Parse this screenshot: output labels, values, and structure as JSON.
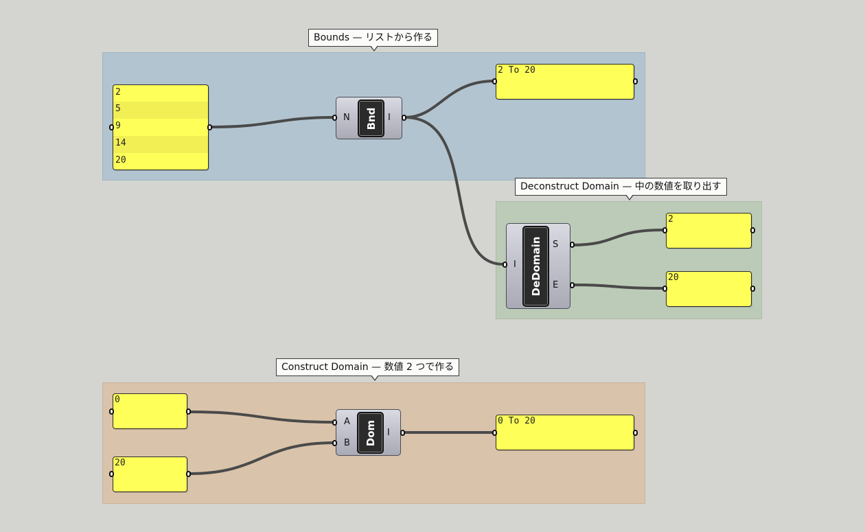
{
  "groups": {
    "bounds_title": "Bounds — リストから作る",
    "deconstruct_title": "Deconstruct Domain — 中の数値を取り出す",
    "construct_title": "Construct Domain — 数値 2 つで作る"
  },
  "panels": {
    "list_values": [
      "2",
      "5",
      "9",
      "14",
      "20"
    ],
    "bounds_out": "2 To 20",
    "start_out": "2",
    "end_out": "20",
    "input_a": "0",
    "input_b": "20",
    "domain_out": "0 To 20"
  },
  "components": {
    "bnd": {
      "label": "Bnd",
      "input": "N",
      "output": "I"
    },
    "dedomain": {
      "label": "DeDomain",
      "input": "I",
      "output_s": "S",
      "output_e": "E"
    },
    "dom": {
      "label": "Dom",
      "input_a": "A",
      "input_b": "B",
      "output": "I"
    }
  },
  "colors": {
    "canvas": "#d4d5d0",
    "group_bounds": "#b2c4cf",
    "group_deconstruct": "#bccbb8",
    "group_construct": "#d9c3aa",
    "panel": "#ffff5a",
    "wire": "#4a4a4a"
  }
}
